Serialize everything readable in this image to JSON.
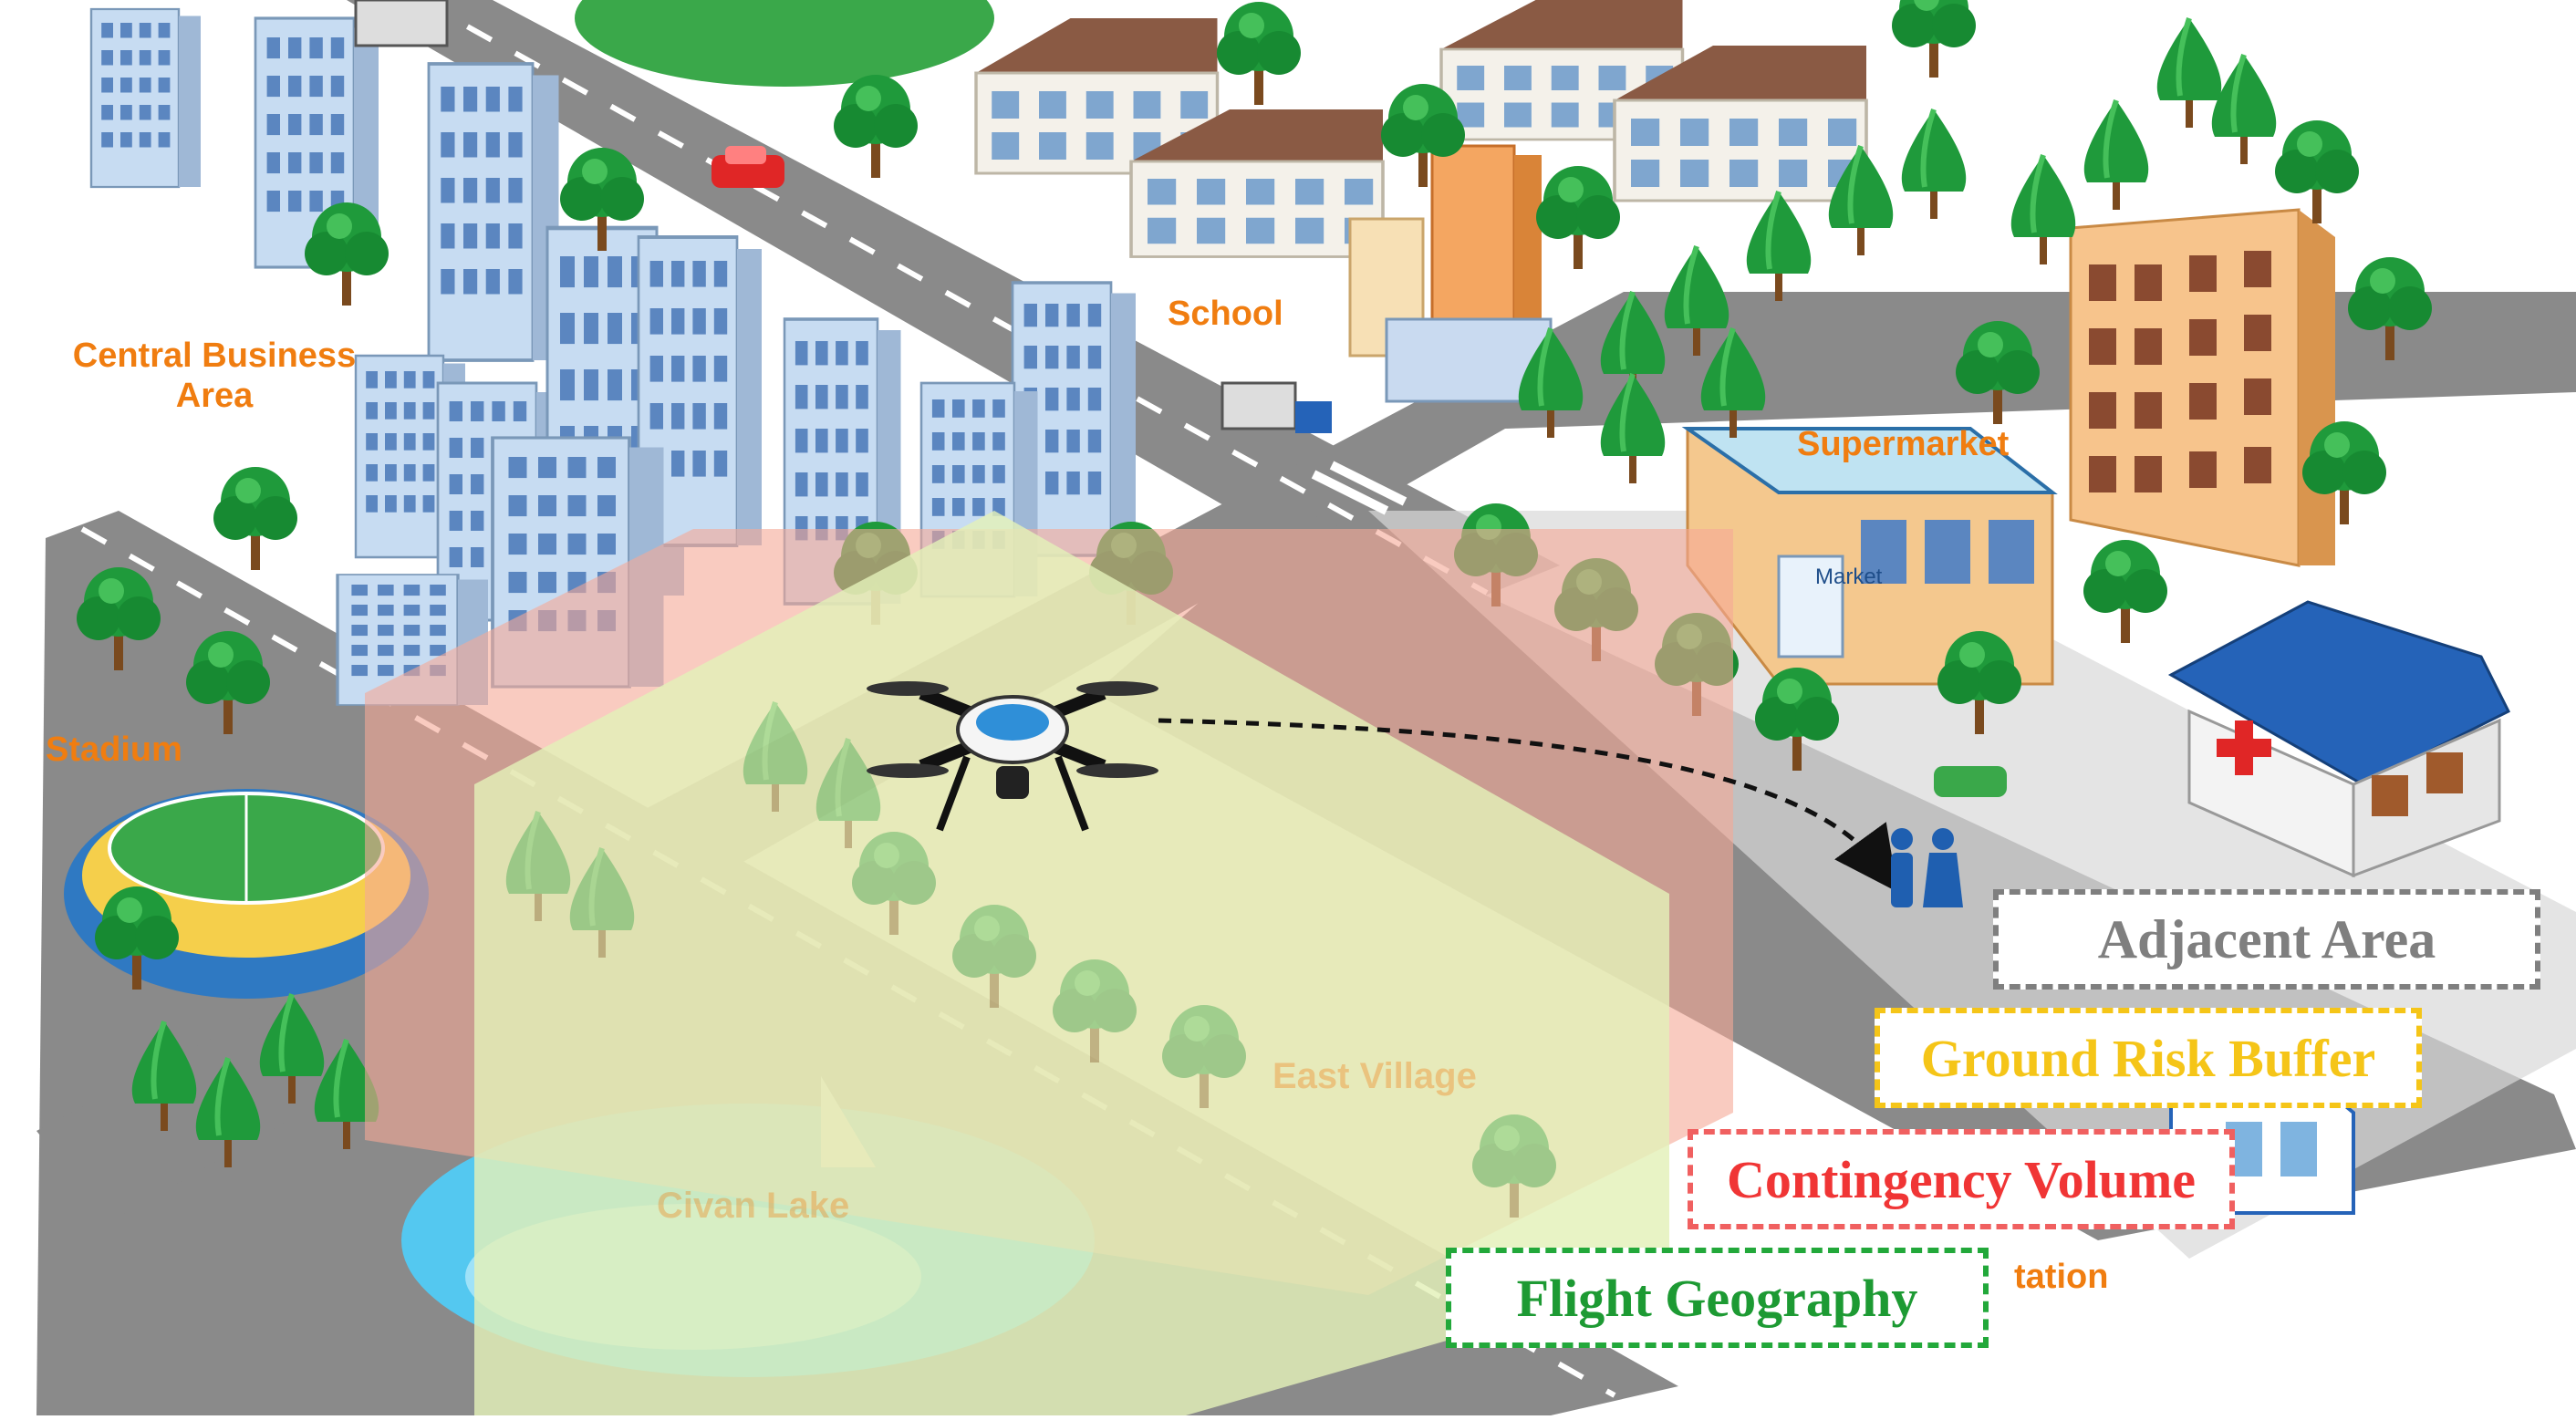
{
  "places": {
    "central_business_line1": "Central Business",
    "central_business_line2": "Area",
    "school": "School",
    "supermarket": "Supermarket",
    "stadium": "Stadium",
    "east_village": "East Village",
    "civan_lake": "Civan Lake",
    "station_partial": "tation",
    "market_sign": "Market"
  },
  "legend": {
    "adjacent_area": "Adjacent Area",
    "ground_risk_buffer": "Ground Risk Buffer",
    "contingency_volume": "Contingency Volume",
    "flight_geography": "Flight Geography"
  },
  "colors": {
    "label_orange": "#f07d10",
    "adjacent_area": "#7f7f7f",
    "ground_risk_buffer": "#f5c518",
    "contingency_volume": "#f06060",
    "flight_geography": "#22a83a",
    "flight_geography_fill": "#e3f0b8",
    "contingency_fill": "#f5a896",
    "road": "#7a7a7a"
  },
  "icons": [
    "drone-icon",
    "person-icon",
    "hospital-cross-icon",
    "tree-icon",
    "car-icon",
    "truck-icon"
  ]
}
